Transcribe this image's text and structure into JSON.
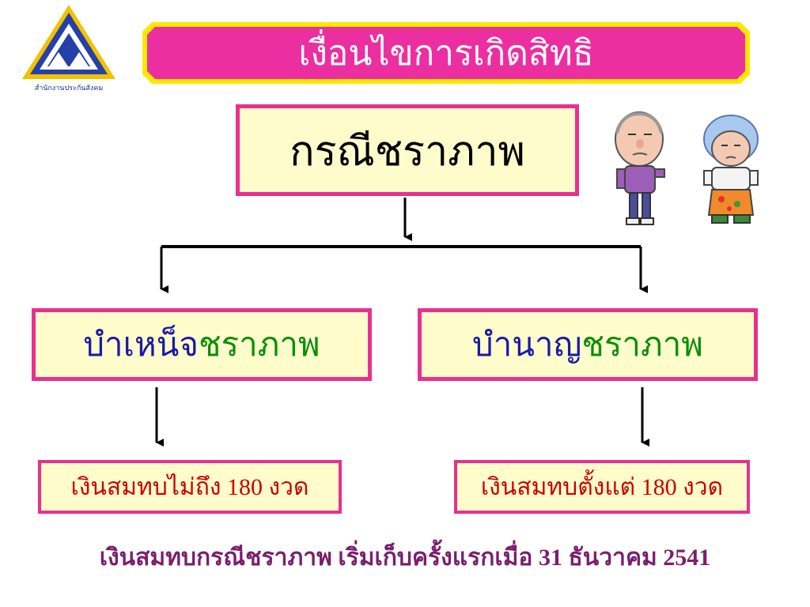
{
  "logo": {
    "caption": "สำนักงานประกันสังคม"
  },
  "title": "เงื่อนไขการเกิดสิทธิ",
  "main_case": "กรณีชราภาพ",
  "branches": {
    "left": {
      "prefix": "บำเหน็จ",
      "suffix": "ชราภาพ",
      "result": "เงินสมทบไม่ถึง 180 งวด"
    },
    "right": {
      "prefix": "บำนาญ",
      "suffix": "ชราภาพ",
      "result": "เงินสมทบตั้งแต่ 180 งวด"
    }
  },
  "footnote": "เงินสมทบกรณีชราภาพ เริ่มเก็บครั้งแรกเมื่อ 31 ธันวาคม 2541",
  "colors": {
    "pink": "#e8308f",
    "box_fill": "#fffccc",
    "title_yellow": "#ffe800"
  }
}
